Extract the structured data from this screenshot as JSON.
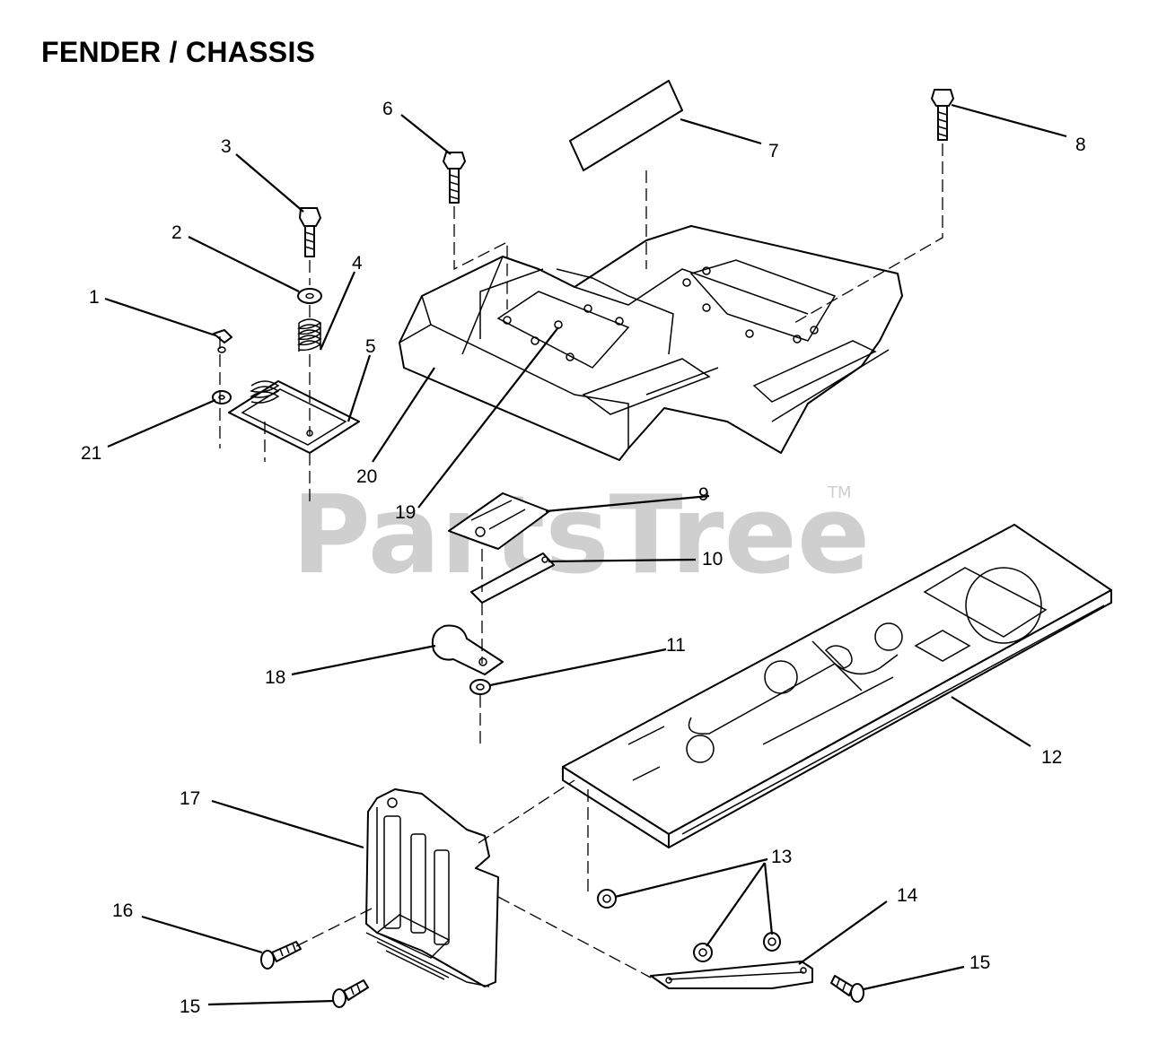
{
  "title": "FENDER / CHASSIS",
  "watermark": {
    "text": "PartsTree",
    "trademark": "TM"
  },
  "callouts": {
    "c1": "1",
    "c2": "2",
    "c3": "3",
    "c4": "4",
    "c5": "5",
    "c6": "6",
    "c7": "7",
    "c8": "8",
    "c9": "9",
    "c10": "10",
    "c11": "11",
    "c12": "12",
    "c13": "13",
    "c14": "14",
    "c15a": "15",
    "c15b": "15",
    "c16": "16",
    "c17": "17",
    "c18": "18",
    "c19": "19",
    "c20": "20",
    "c21": "21"
  },
  "colors": {
    "line": "#000000",
    "watermark": "#cfcfcf",
    "background": "#ffffff"
  }
}
